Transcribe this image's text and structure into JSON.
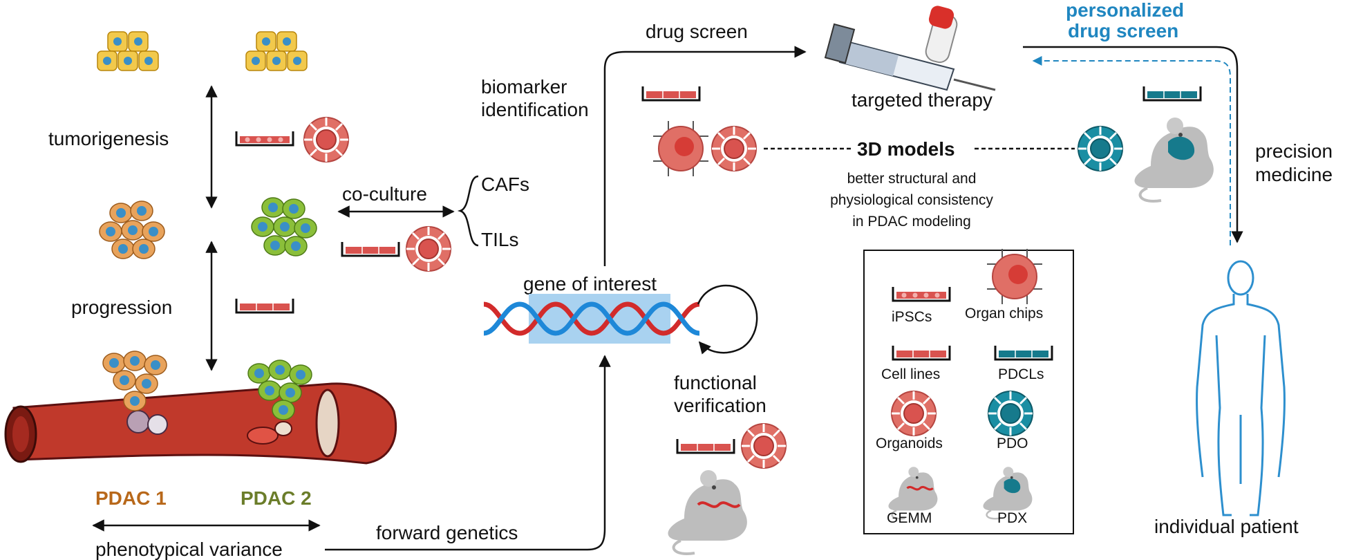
{
  "labels": {
    "tumorigenesis": "tumorigenesis",
    "progression": "progression",
    "co_culture": "co-culture",
    "cafs": "CAFs",
    "tils": "TILs",
    "pdac1": "PDAC 1",
    "pdac2": "PDAC 2",
    "phenotypical_variance": "phenotypical variance",
    "forward_genetics": "forward genetics",
    "biomarker_line1": "biomarker",
    "biomarker_line2": "identification",
    "drug_screen": "drug screen",
    "gene_of_interest": "gene of interest",
    "functional_line1": "functional",
    "functional_line2": "verification",
    "targeted_therapy": "targeted therapy",
    "personalized_line1": "personalized",
    "personalized_line2": "drug screen",
    "precision_line1": "precision",
    "precision_line2": "medicine",
    "models_3d": "3D models",
    "consistency_line1": "better structural and",
    "consistency_line2": "physiological consistency",
    "consistency_line3": "in PDAC modeling",
    "individual_patient": "individual patient"
  },
  "legend": {
    "ipscs": "iPSCs",
    "organ_chips": "Organ chips",
    "cell_lines": "Cell lines",
    "pdcls": "PDCLs",
    "organoids": "Organoids",
    "pdo": "PDO",
    "gemm": "GEMM",
    "pdx": "PDX"
  },
  "colors": {
    "pdac1": "#b8681a",
    "pdac2": "#6b7d2a",
    "personalized": "#1f86c0",
    "red_model": "#d9534f",
    "teal_model": "#167a8c",
    "patient": "#2d8fce"
  }
}
